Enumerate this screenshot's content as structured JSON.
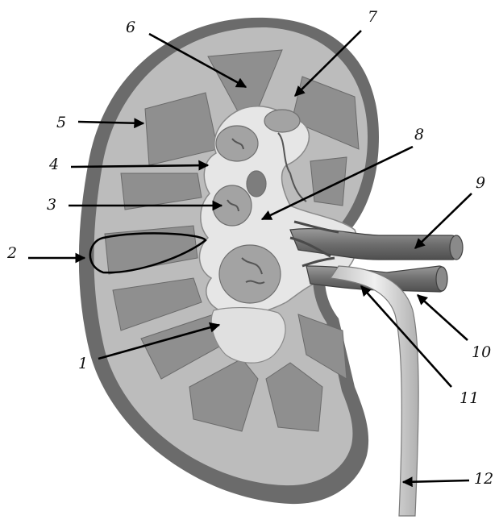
{
  "labels": {
    "n1": "1",
    "n2": "2",
    "n3": "3",
    "n4": "4",
    "n5": "5",
    "n6": "6",
    "n7": "7",
    "n8": "8",
    "n9": "9",
    "n10": "10",
    "n11": "11",
    "n12": "12"
  },
  "colors": {
    "capsule": "#6b6b6b",
    "cortex": "#b9b9b9",
    "pyramid": "#8e8e8e",
    "sinus": "#e8e8e8",
    "calyx": "#a4a4a4",
    "vessel": "#7a7a7a",
    "ureter": "#dcdcdc",
    "arrow": "#000000"
  }
}
